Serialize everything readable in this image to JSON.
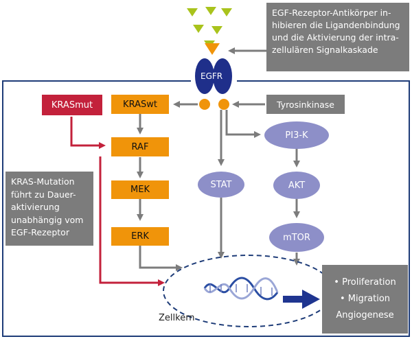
{
  "labels": {
    "egfr": "EGFR",
    "antibody_note": [
      "EGF-Rezeptor-Antikörper in-",
      "hibieren die Ligandenbindung",
      "und die Aktivierung der intra-",
      "zellulären Signalkaskade"
    ],
    "tyrosinkinase": "Tyrosinkinase",
    "krasmut": "KRASmut",
    "kraswt": "KRASwt",
    "raf": "RAF",
    "mek": "MEK",
    "erk": "ERK",
    "stat": "STAT",
    "pi3k": "PI3-K",
    "akt": "AKT",
    "mtor": "mTOR",
    "kras_note": [
      "KRAS-Mutation",
      "führt zu Dauer-",
      "aktivierung",
      "unabhängig vom",
      "EGF-Rezeptor"
    ],
    "outcomes": [
      "• Proliferation",
      "• Migration",
      "Angiogenese"
    ],
    "zellkern": "Zellkern"
  },
  "colors": {
    "orange": "#f0940a",
    "red": "#c3213b",
    "grey": "#7c7c7c",
    "node_purple": "#8d8fc8",
    "receptor_blue": "#1f2f8a",
    "frame_blue": "#1e3c78",
    "ligand_green": "#a9c31c"
  }
}
